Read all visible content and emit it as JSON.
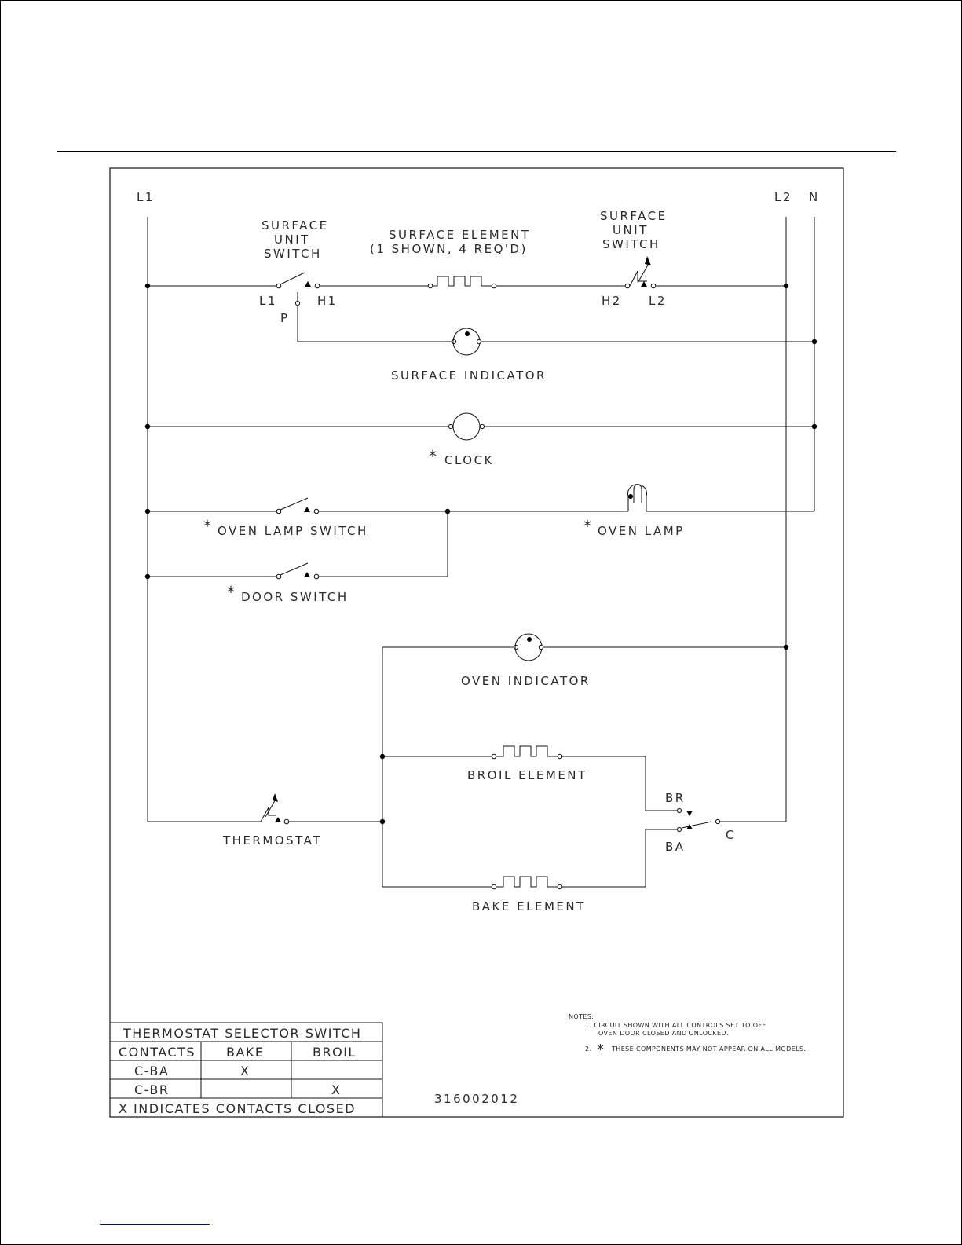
{
  "lines": {
    "l1": "L1",
    "l2": "L2",
    "n": "N"
  },
  "components": {
    "surface_unit_switch_left": {
      "line1": "SURFACE",
      "line2": "UNIT",
      "line3": "SWITCH"
    },
    "surface_unit_switch_right": {
      "line1": "SURFACE",
      "line2": "UNIT",
      "line3": "SWITCH"
    },
    "surface_element": {
      "line1": "SURFACE ELEMENT",
      "line2": "(1 SHOWN, 4 REQ'D)"
    },
    "terminals": {
      "l1": "L1",
      "h1": "H1",
      "p": "P",
      "h2": "H2",
      "l2": "L2"
    },
    "surface_indicator": "SURFACE INDICATOR",
    "clock": "CLOCK",
    "oven_lamp_switch": "OVEN LAMP SWITCH",
    "oven_lamp": "OVEN LAMP",
    "door_switch": "DOOR SWITCH",
    "oven_indicator": "OVEN INDICATOR",
    "broil_element": "BROIL ELEMENT",
    "thermostat": "THERMOSTAT",
    "bake_element": "BAKE ELEMENT",
    "selector_terminals": {
      "br": "BR",
      "ba": "BA",
      "c": "C"
    },
    "asterisk": "*"
  },
  "table": {
    "title": "THERMOSTAT SELECTOR SWITCH",
    "headers": [
      "CONTACTS",
      "BAKE",
      "BROIL"
    ],
    "rows": [
      [
        "C-BA",
        "X",
        ""
      ],
      [
        "C-BR",
        "",
        "X"
      ]
    ],
    "footer": "X INDICATES CONTACTS CLOSED"
  },
  "notes": {
    "heading": "NOTES:",
    "note1_line1": "1.  CIRCUIT SHOWN WITH ALL CONTROLS SET TO OFF",
    "note1_line2": "OVEN DOOR CLOSED AND UNLOCKED.",
    "note2_num": "2.",
    "note2_text": "THESE COMPONENTS MAY NOT APPEAR ON ALL MODELS."
  },
  "part_number": "316002012"
}
